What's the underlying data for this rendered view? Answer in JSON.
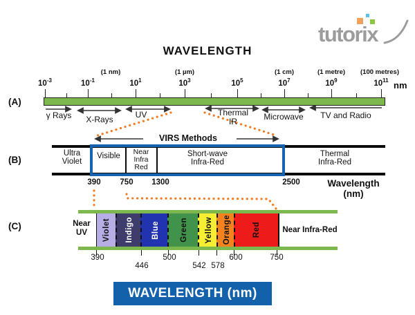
{
  "logo": {
    "text": "tutorix"
  },
  "title": "WAVELENGTH",
  "footer": {
    "banner": "WAVELENGTH (nm)"
  },
  "colors": {
    "green": "#7cb84e",
    "blue_frame": "#1563ae",
    "banner_bg": "#1261aa",
    "dotted": "#f57b20",
    "logo_gray": "#9c9c9c",
    "logo_squares": [
      "#f2a05e",
      "#5ec1e8",
      "#8cc63e"
    ]
  },
  "sections": {
    "a": {
      "label": "(A)",
      "nm": "nm",
      "units": [
        "(1 nm)",
        "(1 µm)",
        "(1 cm)",
        "(1 metre)",
        "(100 metres)"
      ],
      "powers": [
        {
          "b": "10",
          "e": "-3"
        },
        {
          "b": "10",
          "e": "-1"
        },
        {
          "b": "10",
          "e": "1"
        },
        {
          "b": "10",
          "e": "3"
        },
        {
          "b": "10",
          "e": "5"
        },
        {
          "b": "10",
          "e": "7"
        },
        {
          "b": "10",
          "e": "9"
        },
        {
          "b": "10",
          "e": "11"
        }
      ],
      "regions": [
        [
          "γ Rays"
        ],
        [
          "X-Rays"
        ],
        [
          "UV"
        ],
        [
          "Thermal",
          "IR"
        ],
        [
          "Microwave"
        ],
        [
          "TV and Radio"
        ]
      ]
    },
    "b": {
      "label": "(B)",
      "virs": "VIRS Methods",
      "segments": [
        [
          "Ultra",
          "Violet"
        ],
        [
          "Visible"
        ],
        [
          "Near",
          "Infra",
          "Red"
        ],
        [
          "Short-wave",
          "Infra-Red"
        ],
        [
          "Thermal",
          "Infra-Red"
        ]
      ],
      "wavelengths": [
        "390",
        "750",
        "1300",
        "2500"
      ],
      "axis_label": "Wavelength (nm)"
    },
    "c": {
      "label": "(C)",
      "near_uv": [
        "Near",
        "UV"
      ],
      "near_ir": "Near Infra-Red",
      "bands": [
        {
          "name": "Violet",
          "color": "#b7aee6",
          "text": "#111111"
        },
        {
          "name": "Indigo",
          "color": "#3d3c6a",
          "text": "#ffffff"
        },
        {
          "name": "Blue",
          "color": "#2133ae",
          "text": "#ffffff"
        },
        {
          "name": "Green",
          "color": "#41924b",
          "text": "#111111"
        },
        {
          "name": "Yellow",
          "color": "#f5ee33",
          "text": "#111111"
        },
        {
          "name": "Orange",
          "color": "#f4831f",
          "text": "#111111"
        },
        {
          "name": "Red",
          "color": "#ee1b1b",
          "text": "#111111"
        }
      ],
      "wavelengths": [
        "390",
        "446",
        "500",
        "542",
        "578",
        "600",
        "750"
      ]
    }
  }
}
